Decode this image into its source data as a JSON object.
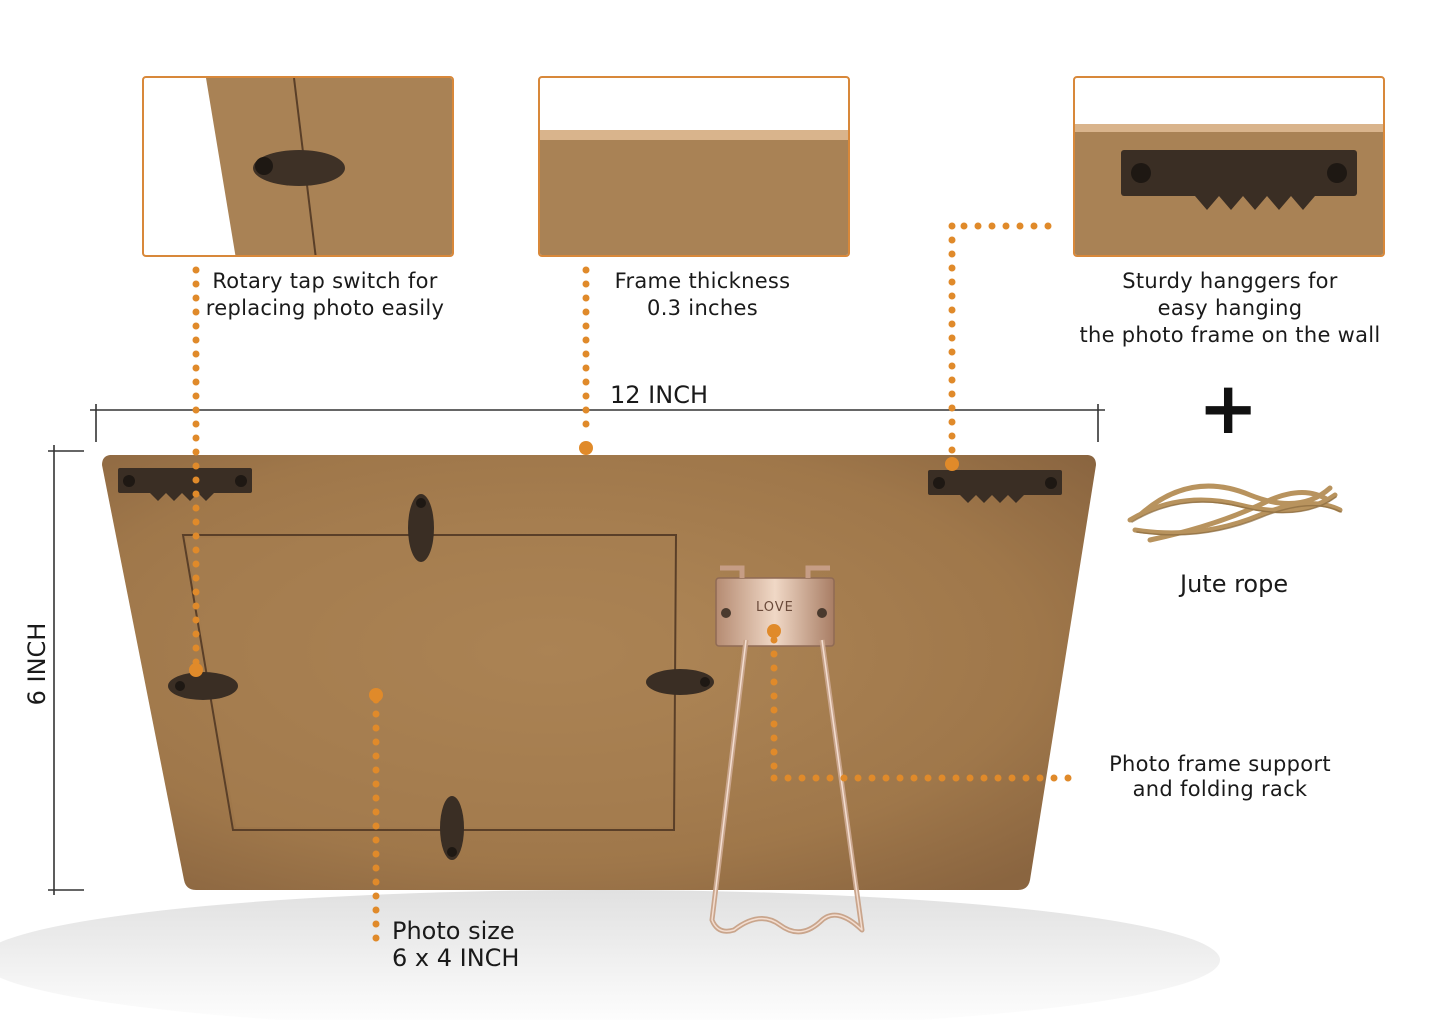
{
  "features": {
    "rotary": {
      "line1": "Rotary tap switch for",
      "line2": "replacing photo easily"
    },
    "thickness": {
      "line1": "Frame thickness",
      "line2": "0.3 inches"
    },
    "hanger": {
      "line1": "Sturdy hanggers for",
      "line2": "easy hanging",
      "line3": "the photo frame on the wall"
    },
    "support": {
      "line1": "Photo frame support",
      "line2": "and folding rack"
    },
    "photo_size": {
      "line1": "Photo size",
      "line2": "6 x 4 INCH"
    }
  },
  "dimensions": {
    "width": "12 INCH",
    "height": "6 INCH"
  },
  "extras": {
    "plus": "+",
    "rope": "Jute rope",
    "stamp": "LOVE"
  },
  "colors": {
    "accent": "#d8883a",
    "mdf": "#a98255",
    "hardware": "#3a2e24",
    "stand": "#c9a58c"
  }
}
